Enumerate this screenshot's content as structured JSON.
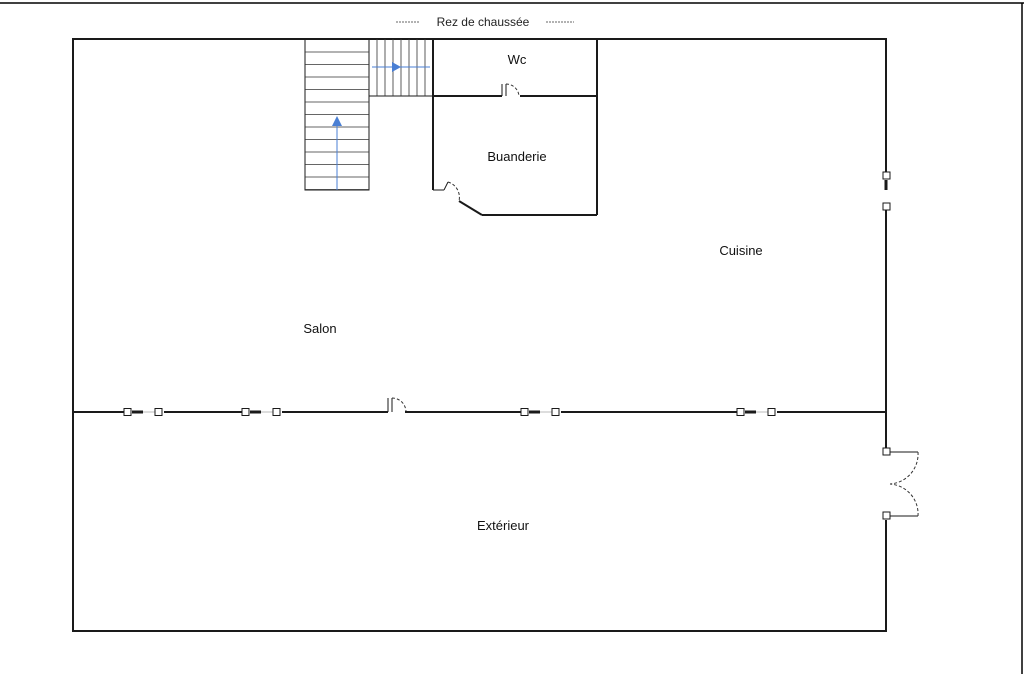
{
  "plan": {
    "title": "Rez de chaussée",
    "rooms": {
      "wc": "Wc",
      "buanderie": "Buanderie",
      "cuisine": "Cuisine",
      "salon": "Salon",
      "exterieur": "Extérieur"
    },
    "colors": {
      "walls": "#1a1a1a",
      "stair_arrow": "#4a7fd4",
      "background": "#ffffff"
    },
    "icons": {
      "stair_arrow": "triangle-arrow-icon"
    }
  }
}
